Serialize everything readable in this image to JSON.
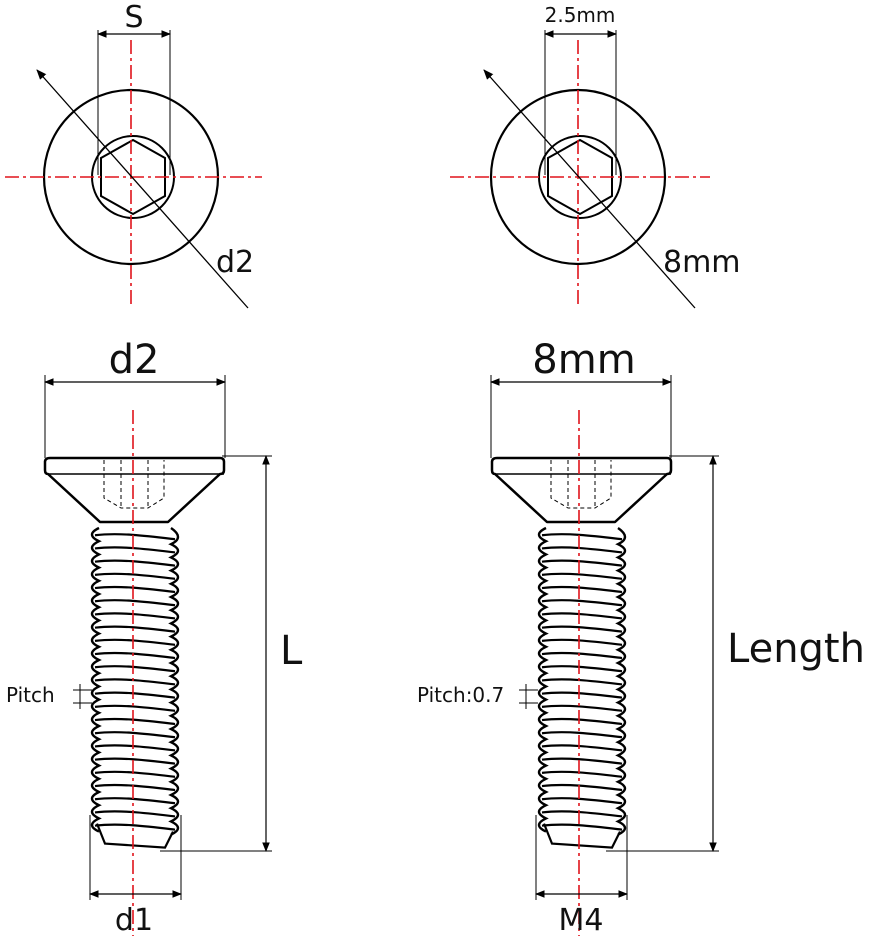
{
  "left": {
    "head_top_label": "S",
    "head_top_diameter_label": "d2",
    "side_head_label": "d2",
    "length_label": "L",
    "pitch_label": "Pitch",
    "thread_label": "d1"
  },
  "right": {
    "head_top_label": "2.5mm",
    "head_top_diameter_label": "8mm",
    "side_head_label": "8mm",
    "length_label": "Length",
    "pitch_label": "Pitch:0.7",
    "thread_label": "M4"
  },
  "colors": {
    "centerline": "#e0141c",
    "outline": "#000000"
  }
}
